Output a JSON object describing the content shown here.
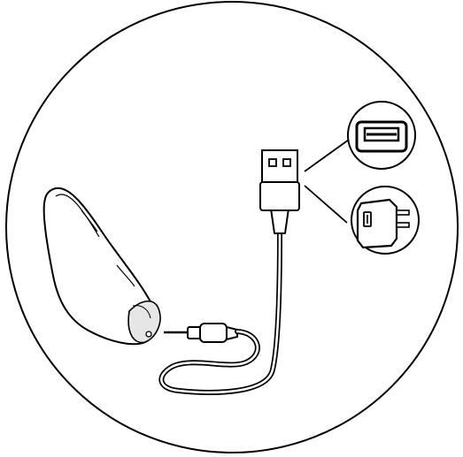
{
  "diagram": {
    "subject": "charging-setup",
    "components": [
      {
        "id": "device",
        "icon": "device-icon"
      },
      {
        "id": "charging-cable",
        "icon": "cable-icon"
      },
      {
        "id": "usb-a-plug",
        "icon": "usb-plug-icon"
      },
      {
        "id": "usb-port-option",
        "icon": "usb-port-icon"
      },
      {
        "id": "wall-adapter-option",
        "icon": "wall-adapter-icon"
      }
    ],
    "colors": {
      "stroke": "#000000",
      "fill": "#ffffff",
      "device_shade": "#e6e6e6"
    }
  }
}
